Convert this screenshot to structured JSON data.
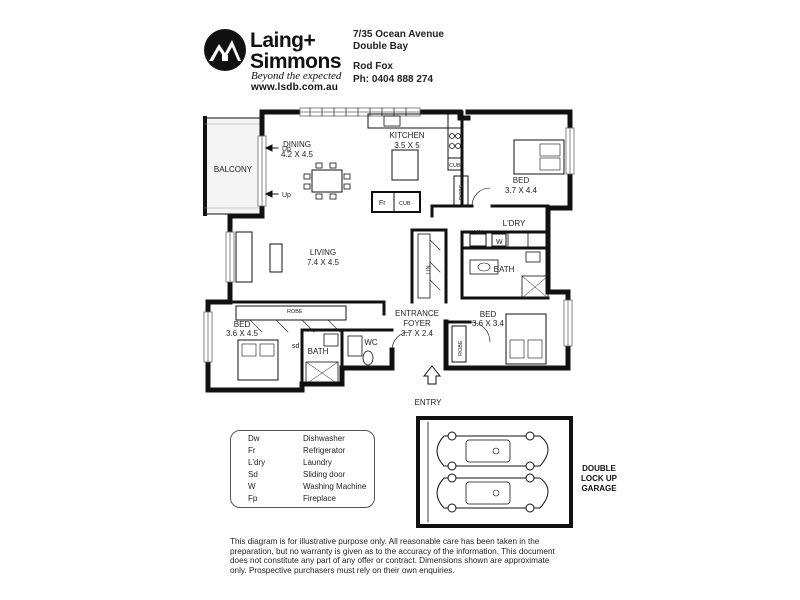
{
  "branding": {
    "name_line1": "Laing+",
    "name_line2": "Simmons",
    "tagline": "Beyond the expected",
    "website": "www.lsdb.com.au"
  },
  "property": {
    "address_line1": "7/35 Ocean Avenue",
    "address_line2": "Double Bay",
    "agent_name": "Rod Fox",
    "agent_phone": "Ph: 0404 888 274"
  },
  "rooms": {
    "balcony": "BALCONY",
    "dining_name": "DINING",
    "dining_dims": "4.2 X 4.5",
    "kitchen_name": "KITCHEN",
    "kitchen_dims": "3.5 X 5",
    "bed1_name": "BED",
    "bed1_dims": "3.7 X 4.4",
    "living_name": "LIVING",
    "living_dims": "7.4 X 4.5",
    "laundry": "L'DRY",
    "bath1": "BATH",
    "bed2_name": "BED",
    "bed2_dims": "3.6 X 3.4",
    "bed3_name": "BED",
    "bed3_dims": "3.6 X 4.5",
    "bath2": "BATH",
    "wc": "WC",
    "entrance_name": "ENTRANCE",
    "foyer_name": "FOYER",
    "foyer_dims": "3.7 X 2.4",
    "entry": "ENTRY"
  },
  "fixtures": {
    "up_1": "Up",
    "up_2": "Up",
    "fr": "Fr",
    "cub_1": "CUB",
    "cub_2": "CUB",
    "robe_1": "ROBE",
    "robe_2": "ROBE",
    "robe_3": "ROBE",
    "lin_1": "LIN",
    "lin_2": "LIN",
    "w": "W",
    "sd": "sd"
  },
  "legend": [
    {
      "abbr": "Dw",
      "meaning": "Dishwasher"
    },
    {
      "abbr": "Fr",
      "meaning": "Refrigerator"
    },
    {
      "abbr": "L'dry",
      "meaning": "Laundry"
    },
    {
      "abbr": "Sd",
      "meaning": "Sliding door"
    },
    {
      "abbr": "W",
      "meaning": "Washing Machine"
    },
    {
      "abbr": "Fp",
      "meaning": "Fireplace"
    }
  ],
  "garage": {
    "line1": "DOUBLE",
    "line2": "LOCK UP",
    "line3": "GARAGE"
  },
  "disclaimer": "This diagram is for illustrative purpose only. All reasonable care has been taken in the preparation, but no warranty is given as to the accuracy of the information. This document does not constitute any part of any offer or contract. Dimensions shown are approximate only. Prospective purchasers must rely on their own enquiries."
}
